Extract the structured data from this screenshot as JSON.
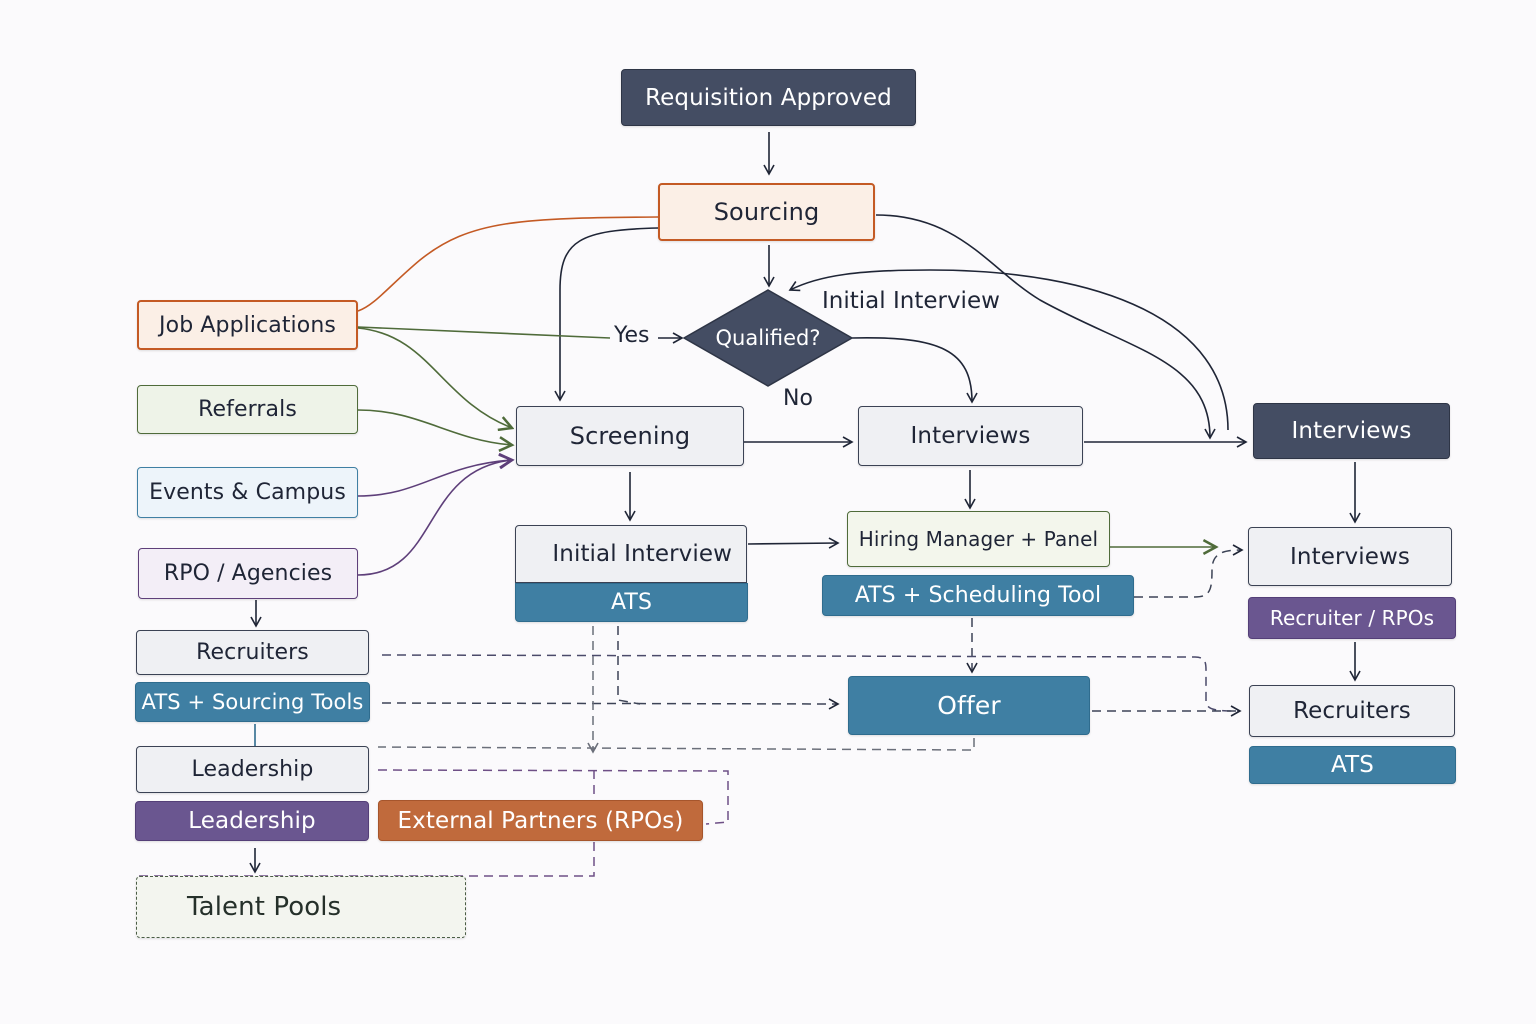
{
  "diagram": {
    "title_node": "Requisition Approved",
    "sourcing": "Sourcing",
    "decision": "Qualified?",
    "labels": {
      "yes": "Yes",
      "no": "No",
      "initial_interview_edge": "Initial Interview"
    },
    "sources": [
      "Job Applications",
      "Referrals",
      "Events & Campus",
      "RPO / Agencies"
    ],
    "left_column": {
      "recruiters": "Recruiters",
      "ats_sourcing_tools": "ATS + Sourcing Tools",
      "leadership": "Leadership",
      "leadership_tag": "Leadership",
      "external_partners": "External Partners (RPOs)",
      "talent_pools": "Talent Pools"
    },
    "middle": {
      "screening": "Screening",
      "initial_interview": "Initial Interview",
      "initial_interview_tool": "ATS",
      "interviews": "Interviews",
      "hiring_manager_panel": "Hiring Manager + Panel",
      "ats_scheduling": "ATS + Scheduling Tool",
      "offer": "Offer"
    },
    "right_column": {
      "interviews_dark": "Interviews",
      "interviews": "Interviews",
      "recruiter_rpos": "Recruiter / RPOs",
      "recruiters": "Recruiters",
      "ats": "ATS"
    },
    "colors": {
      "dark_navy": "#444d63",
      "teal": "#3f7fa3",
      "purple": "#6a5690",
      "orange": "#c06a3c",
      "orange_outline": "#c45a24",
      "green_line": "#4f6b3a",
      "purple_line": "#5e3f7a",
      "navy_line": "#1f2536"
    }
  }
}
